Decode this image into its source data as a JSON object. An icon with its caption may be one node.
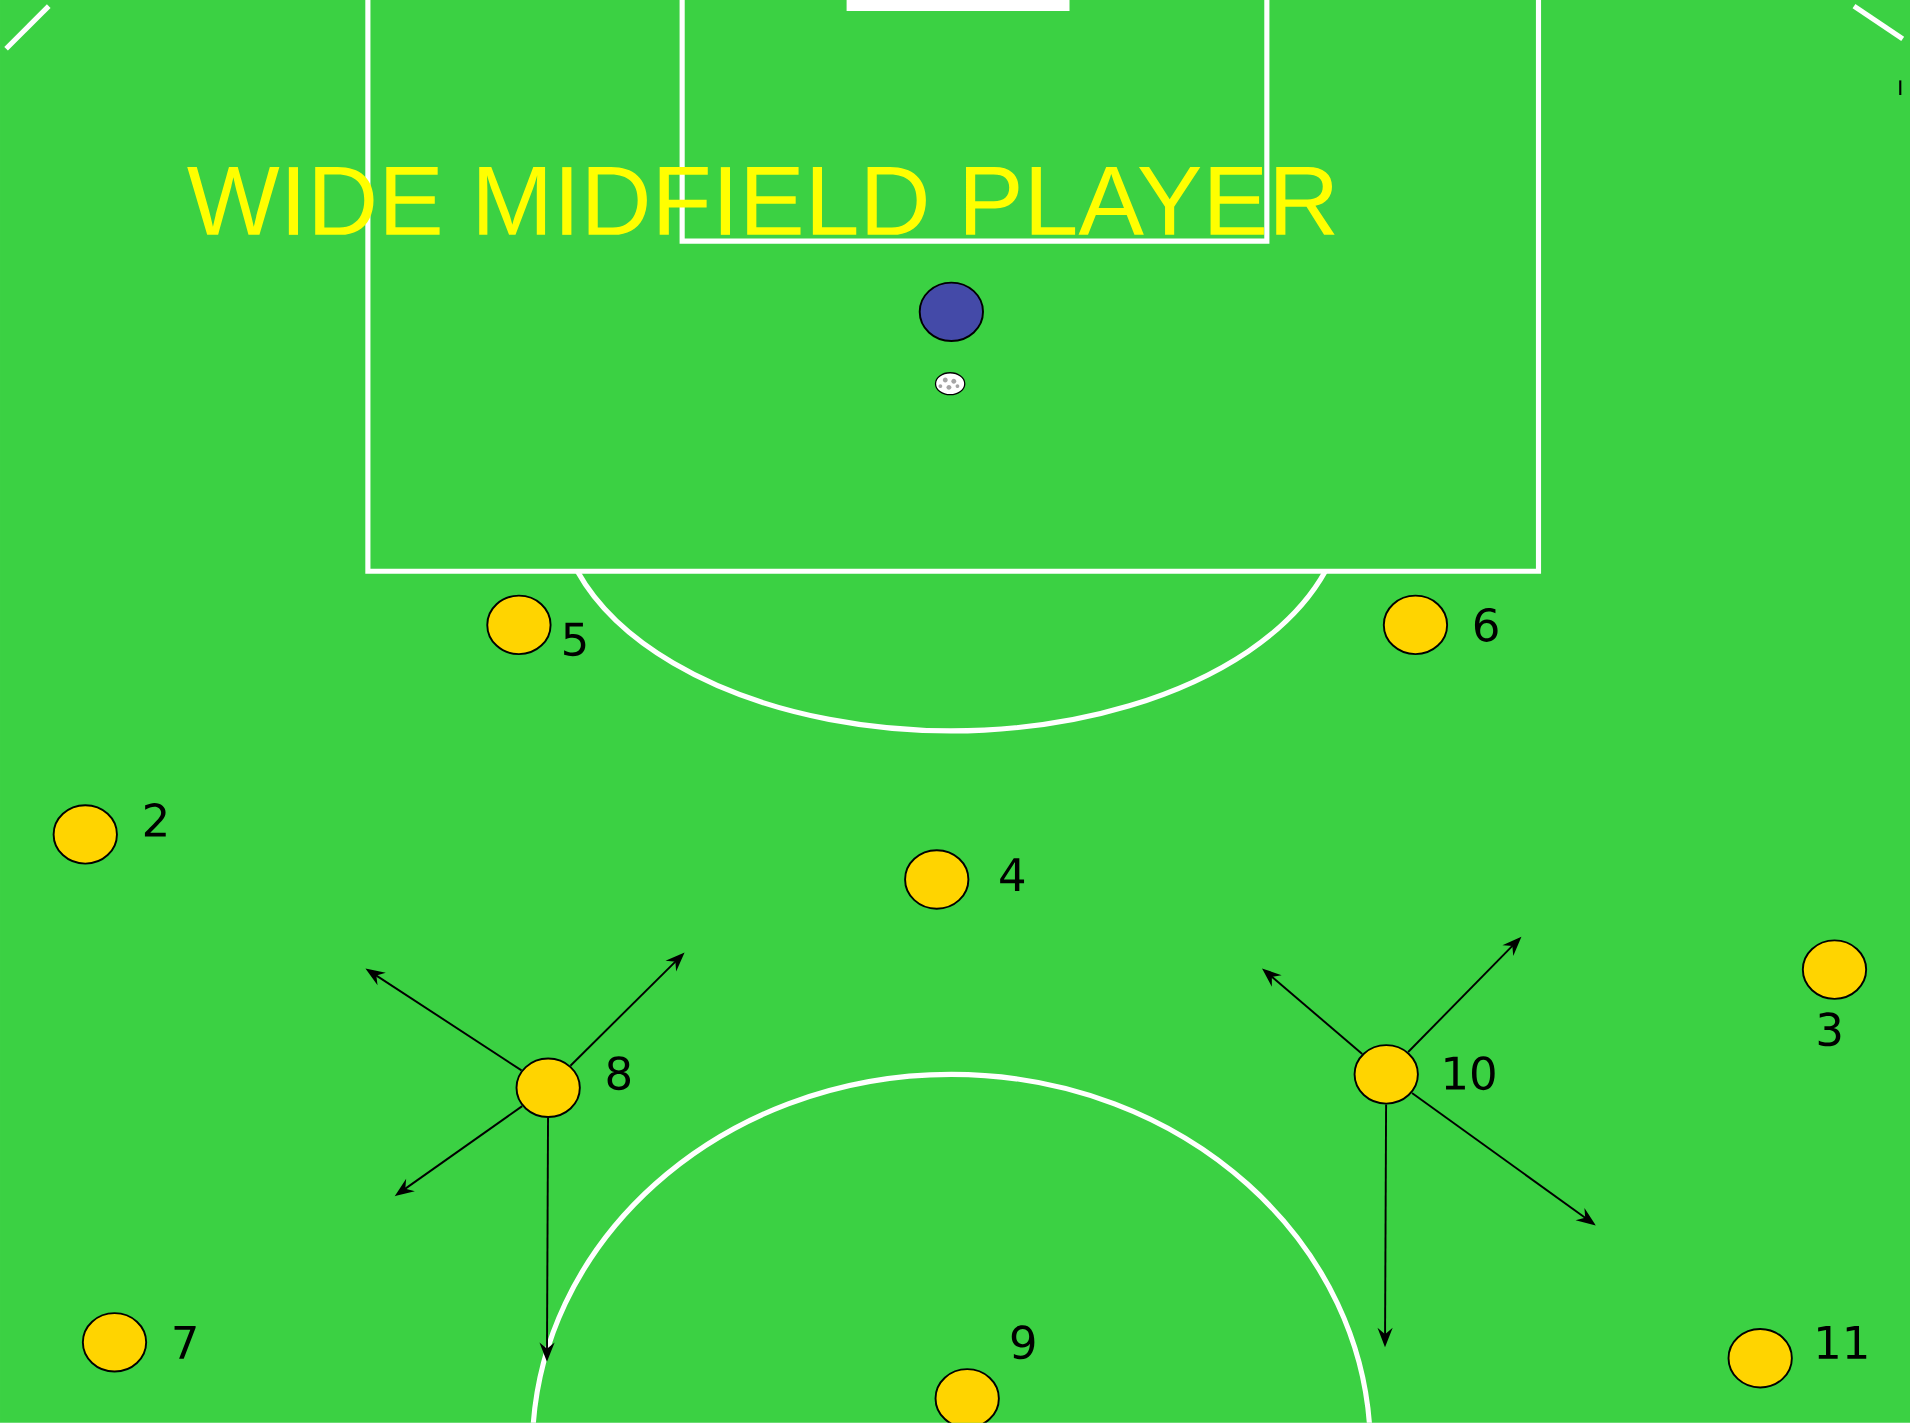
{
  "diagram": {
    "title": "WIDE MIDFIELD PLAYER",
    "nodes": [
      {
        "text": [],
        "shape": "circle"
      },
      {
        "text": [],
        "shape": "circle",
        "beside": [
          "5"
        ]
      },
      {
        "text": [],
        "shape": "circle",
        "beside": [
          "6"
        ]
      },
      {
        "text": [],
        "shape": "circle",
        "beside": [
          "2"
        ]
      },
      {
        "text": [],
        "shape": "circle",
        "beside": [
          "4"
        ]
      },
      {
        "text": [],
        "shape": "circle",
        "beside": [
          "3"
        ]
      },
      {
        "text": [],
        "shape": "circle",
        "beside": [
          "8"
        ]
      },
      {
        "text": [],
        "shape": "circle",
        "beside": [
          "10"
        ]
      },
      {
        "text": [],
        "shape": "circle",
        "beside": [
          "7"
        ]
      },
      {
        "text": [],
        "shape": "circle",
        "beside": [
          "9"
        ]
      },
      {
        "text": [],
        "shape": "circle",
        "beside": [
          "11"
        ]
      }
    ],
    "edges": [
      {
        "from": 6,
        "to": null,
        "arrow": "to"
      },
      {
        "from": 6,
        "to": null,
        "arrow": "to"
      },
      {
        "from": 6,
        "to": null,
        "arrow": "to"
      },
      {
        "from": 6,
        "to": null,
        "arrow": "to"
      },
      {
        "from": 7,
        "to": null,
        "arrow": "to"
      },
      {
        "from": 7,
        "to": null,
        "arrow": "to"
      },
      {
        "from": 7,
        "to": null,
        "arrow": "to"
      },
      {
        "from": 7,
        "to": null,
        "arrow": "to"
      }
    ]
  }
}
